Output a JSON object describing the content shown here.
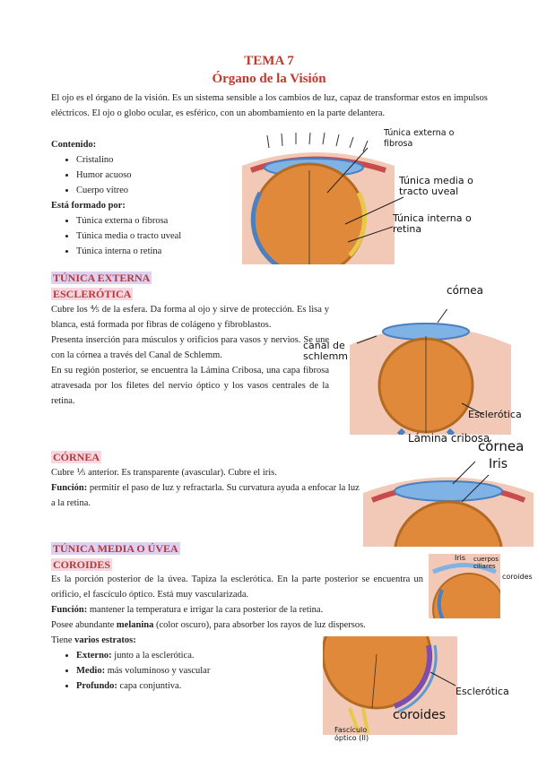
{
  "header": {
    "tema": "TEMA 7",
    "title": "Órgano de la Visión"
  },
  "intro": "El ojo es el órgano de la visión. Es un sistema sensible a los cambios de luz, capaz de transformar estos en impulsos eléctricos. El ojo o globo ocular, es esférico, con un abombamiento en la parte delantera.",
  "contenido": {
    "label": "Contenido:",
    "items": [
      "Cristalino",
      "Humor acuoso",
      "Cuerpo vítreo"
    ]
  },
  "formado": {
    "label": "Está formado por:",
    "items": [
      "Túnica externa o fibrosa",
      "Túnica media o tracto uveal",
      "Túnica interna o retina"
    ]
  },
  "fig1": {
    "labels": [
      "Túnica externa o fibrosa",
      "Túnica media o tracto uveal",
      "Túnica interna o retina"
    ]
  },
  "tunica_externa": {
    "heading": "TÚNICA EXTERNA",
    "esclerotica": {
      "heading": "ESCLERÓTICA",
      "p1": "Cubre los ⅘ de la esfera. Da forma al ojo y sirve de protección. Es lisa y blanca, está formada por fibras de colágeno y fibroblastos.",
      "p2": "Presenta inserción para músculos y orificios para vasos y nervios. Se une con la córnea a través del Canal de Schlemm.",
      "p3": "En su región posterior, se encuentra la Lámina Cribosa, una capa fibrosa atravesada por los filetes del nervio óptico y los vasos centrales de la retina."
    },
    "fig2": {
      "cornea": "córnea",
      "canal": "canal de schlemm",
      "esclerotica": "Esclerótica",
      "lamina": "Lámina cribosa"
    },
    "cornea": {
      "heading": "CÓRNEA",
      "p1": "Cubre ⅕ anterior. Es transparente (avascular). Cubre el iris.",
      "funcion_label": "Función:",
      "funcion": " permitir el paso de luz y refractarla. Su curvatura ayuda a enfocar la luz a la retina."
    },
    "fig3": {
      "cornea": "córnea",
      "iris": "Iris"
    }
  },
  "tunica_media": {
    "heading": "TÚNICA MEDIA O ÚVEA",
    "coroides": {
      "heading": "COROIDES",
      "p1": "Es la porción posterior de la úvea. Tapiza la esclerótica. En la parte posterior se encuentra un orificio, el fascículo óptico. Está muy vascularizada.",
      "funcion_label": "Función:",
      "funcion": " mantener la temperatura e irrigar la cara posterior de la retina.",
      "p3_pre": "Posee abundante ",
      "p3_bold": "melanina",
      "p3_post": " (color oscuro), para absorber los rayos de luz dispersos.",
      "estratos_pre": "Tiene ",
      "estratos_bold": "varios estratos:",
      "estratos": [
        {
          "name": "Externo:",
          "desc": " junto a la esclerótica."
        },
        {
          "name": "Medio:",
          "desc": " más voluminoso y vascular"
        },
        {
          "name": "Profundo:",
          "desc": " capa conjuntiva."
        }
      ]
    },
    "fig4": {
      "iris": "Iris",
      "cuerpos": "cuerpos ciliares",
      "coroides_small": "coroides",
      "esclerotica": "Esclerótica",
      "coroides": "coroides",
      "fasciculo": "Fascículo óptico (II)"
    }
  },
  "colors": {
    "heading_red": "#c0392b",
    "purple_hl": "#ddd0f0",
    "pink_hl": "#f7d7df",
    "lens_orange": "#e0893a",
    "sclera_blue": "#4a7fc0"
  }
}
